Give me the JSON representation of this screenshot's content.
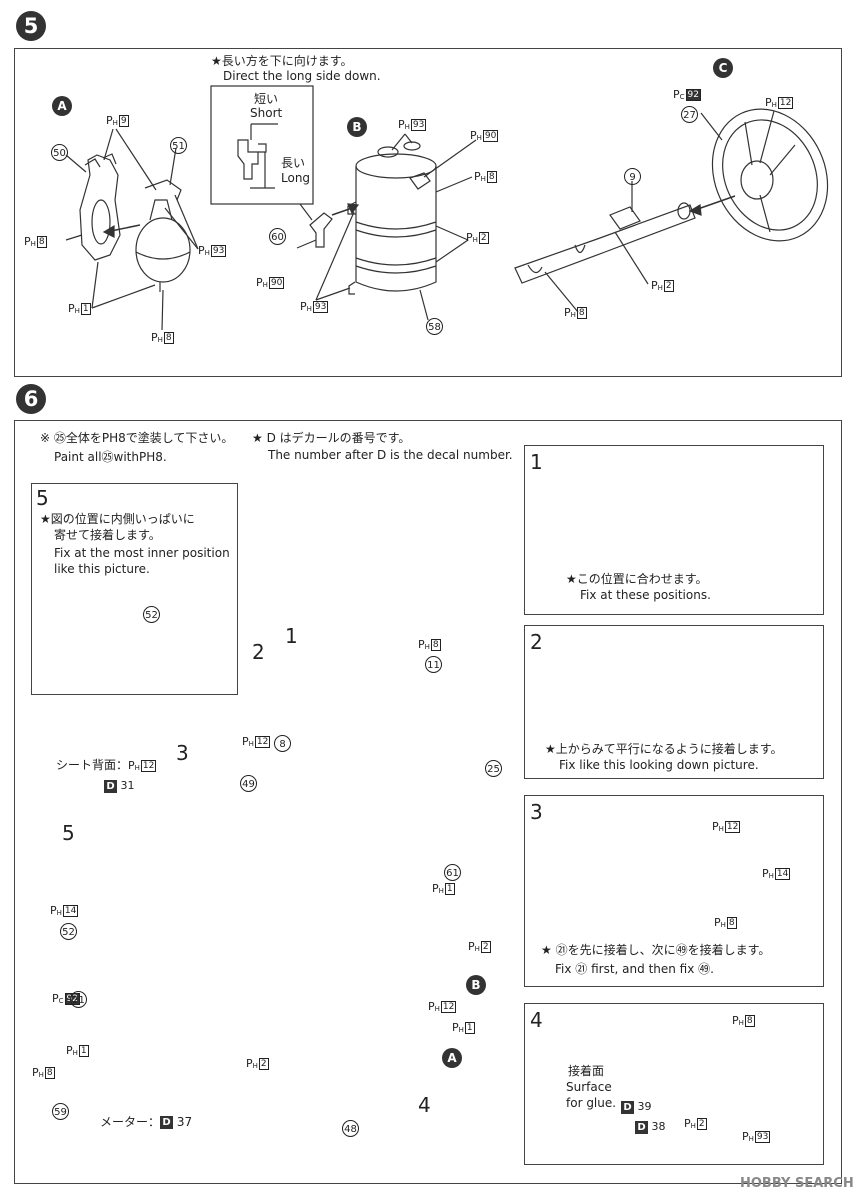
{
  "step5": {
    "number": "5",
    "label_A": "A",
    "label_B": "B",
    "label_C": "C",
    "note_jp": "★長い方を下に向けます。",
    "note_en": "Direct the long side down.",
    "short_jp": "短い",
    "short_en": "Short",
    "long_jp": "長い",
    "long_en": "Long",
    "parts": {
      "p50": "50",
      "p51": "51",
      "p60": "60",
      "p58": "58",
      "p27": "27",
      "p9": "9"
    },
    "ph9": "9",
    "ph8": "8",
    "ph93": "93",
    "ph1": "1",
    "ph90": "90",
    "ph2": "2",
    "ph12": "12",
    "pc92": "92"
  },
  "step6": {
    "number": "6",
    "note_jp": "※ ㉕全体をPH8で塗装して下さい。",
    "note_en": "Paint all㉕withPH8.",
    "decal_jp": "★ D はデカールの番号です。",
    "decal_en": "The number after D is the decal number.",
    "sub1_num": "1",
    "sub1_jp": "★この位置に合わせます。",
    "sub1_en": "Fix at these positions.",
    "sub2_num": "2",
    "sub2_jp": "★上からみて平行になるように接着します。",
    "sub2_en": "Fix like this looking down picture.",
    "sub3_num": "3",
    "sub3_jp": "★ ㉑を先に接着し、次に㊾を接着します。",
    "sub3_en": "Fix ㉑ first, and then fix ㊾.",
    "sub4_num": "4",
    "sub4_surface_jp": "接着面",
    "sub4_surface_en1": "Surface",
    "sub4_surface_en2": "for glue.",
    "sub5_num": "5",
    "sub5_jp1": "★図の位置に内側いっぱいに",
    "sub5_jp2": "寄せて接着します。",
    "sub5_en1": "Fix at the most inner position",
    "sub5_en2": "like this picture.",
    "seat_back_jp": "シート背面：",
    "meter_jp": "メーター：",
    "d31": "31",
    "d37": "37",
    "d38": "38",
    "d39": "39",
    "arrow_1": "1",
    "arrow_2": "2",
    "arrow_3": "3",
    "arrow_4": "4",
    "arrow_5": "5"
  },
  "watermark": "HOBBY SEARCH"
}
